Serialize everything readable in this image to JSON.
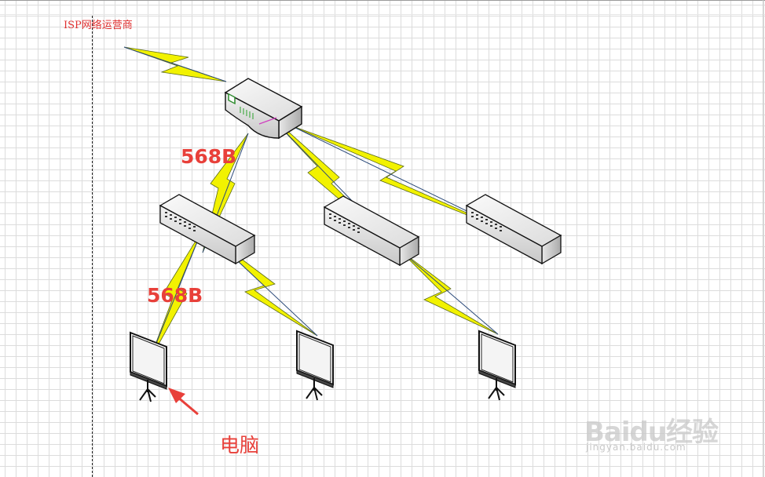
{
  "diagram": {
    "isp_label": "ISP网络运营商",
    "cable_label_1": "568B",
    "cable_label_2": "568B",
    "pc_label": "电脑"
  },
  "watermark": {
    "brand": "Baidu经验",
    "site": "jingyan.baidu.com"
  },
  "colors": {
    "label_red": "#e8403a",
    "isp_red": "#e03030",
    "bolt_yellow": "#f2f200",
    "cable_blue": "#2c4a7a"
  },
  "icons": [
    "router-icon",
    "switch-icon",
    "projection-screen-icon",
    "lightning-link-icon",
    "arrow-icon"
  ]
}
